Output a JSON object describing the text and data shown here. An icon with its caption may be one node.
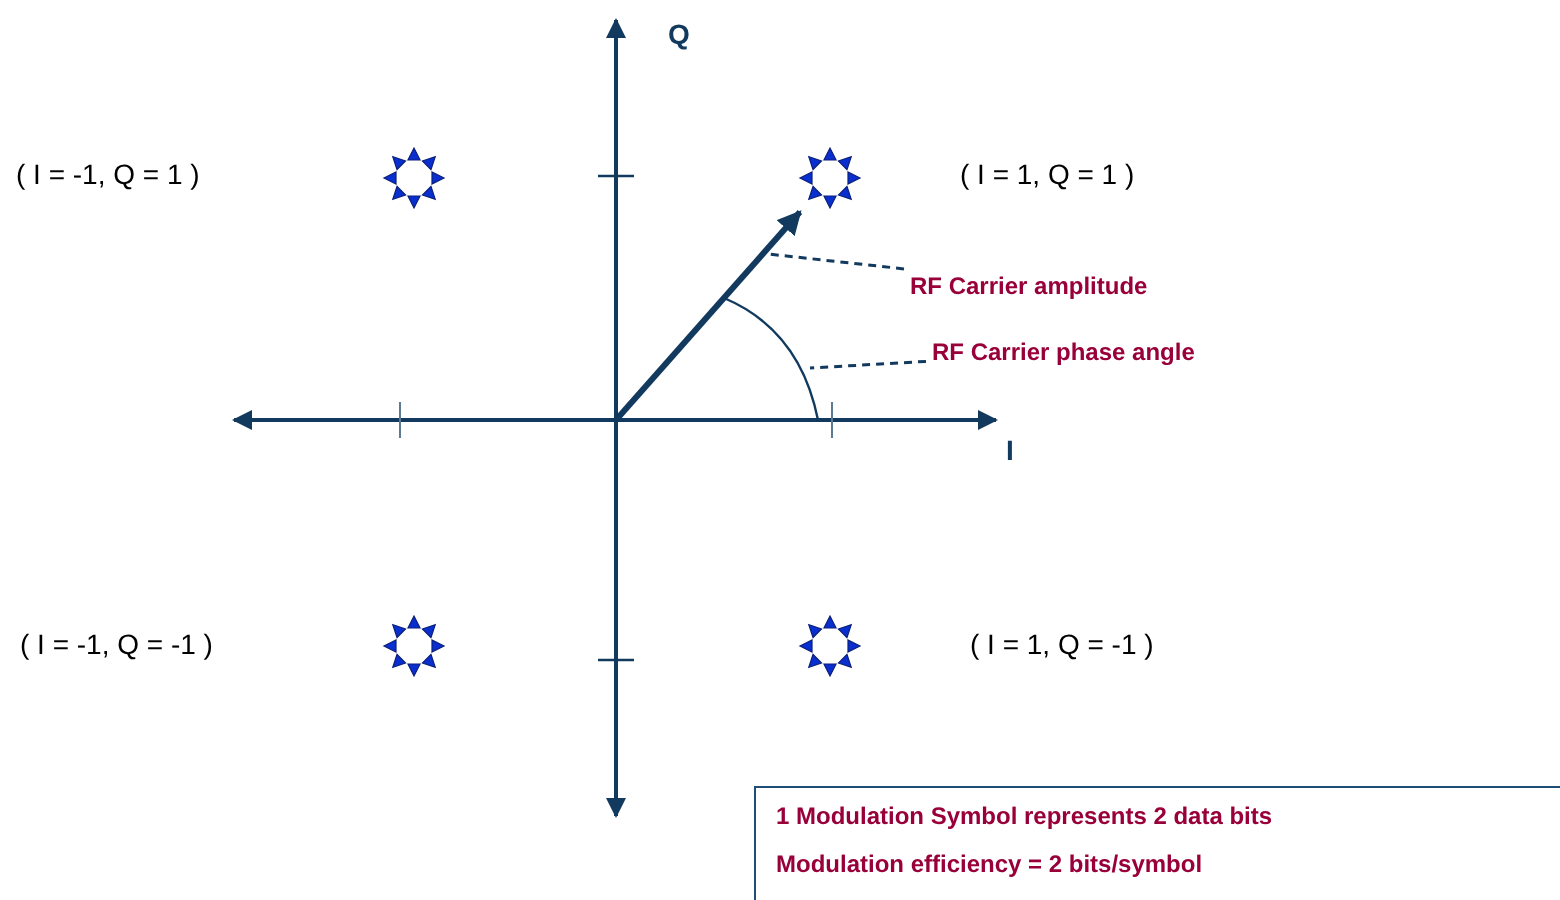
{
  "diagram": {
    "nodes": [
      {
        "text": [],
        "shape": "star"
      },
      {
        "text": [],
        "shape": "star"
      },
      {
        "text": [
          "RF Carrier amplitude"
        ]
      },
      {
        "text": [],
        "shape": "arc"
      },
      {
        "text": [
          "RF Carrier phase angle"
        ]
      },
      {
        "text": [],
        "shape": "star"
      },
      {
        "text": [],
        "shape": "star"
      },
      {
        "text": [
          "1 Modulation Symbol represents 2 data bits",
          "Modulation efficiency = 2 bits/symbol"
        ]
      }
    ],
    "edges": [
      {
        "from": null,
        "to": 1,
        "arrow": "to",
        "style": "thick"
      },
      {
        "from": 2,
        "to": null,
        "arrow": "none",
        "style": "dashed"
      },
      {
        "from": 4,
        "to": 3,
        "arrow": "none",
        "style": "dashed"
      }
    ],
    "labels": [
      "Q",
      "( I = -1, Q = 1 )",
      "( I = 1, Q = 1 )",
      "I",
      "( I = -1, Q = -1 )",
      "( I = 1, Q = -1 )"
    ]
  }
}
